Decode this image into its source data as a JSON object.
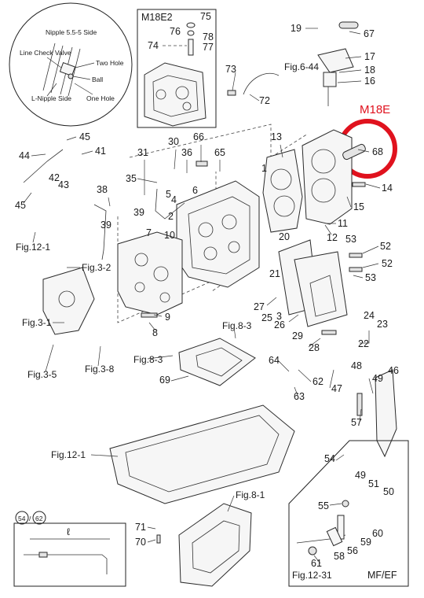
{
  "variant_label": "M18E",
  "highlight_color": "#e0121e",
  "inset_top_left": {
    "title": "Nipple 5.5-5 Side",
    "labels": [
      "Line Check Valve",
      "Two Hole",
      "Ball",
      "L-Nipple Side",
      "One Hole"
    ]
  },
  "inset_m18e2": {
    "title": "M18E2",
    "parts": [
      "75",
      "76",
      "78",
      "77",
      "74"
    ]
  },
  "bottom_left_box": {
    "title_a": "54",
    "title_sep": "/",
    "title_b": "62",
    "dim": "ℓ"
  },
  "bottom_right_box": {
    "corner_label": "MF/EF",
    "ref": "Fig.12-31"
  },
  "refs": {
    "fig_6_44": "Fig.6-44",
    "fig_12_1_a": "Fig.12-1",
    "fig_3_2": "Fig.3-2",
    "fig_3_1": "Fig.3-1",
    "fig_3_5": "Fig.3-5",
    "fig_3_8": "Fig.3-8",
    "fig_8_3_a": "Fig.8-3",
    "fig_8_3_b": "Fig.8-3",
    "fig_12_1_b": "Fig.12-1",
    "fig_8_1": "Fig.8-1"
  },
  "callouts": {
    "n1": "1",
    "n2": "2",
    "n3": "3",
    "n4": "4",
    "n5": "5",
    "n6": "6",
    "n7": "7",
    "n8": "8",
    "n9": "9",
    "n10": "10",
    "n11": "11",
    "n12": "12",
    "n13": "13",
    "n14": "14",
    "n15": "15",
    "n16": "16",
    "n17": "17",
    "n18": "18",
    "n19": "19",
    "n20": "20",
    "n21": "21",
    "n22": "22",
    "n23": "23",
    "n24": "24",
    "n25": "25",
    "n26": "26",
    "n27": "27",
    "n28": "28",
    "n29": "29",
    "n30": "30",
    "n31": "31",
    "n35": "35",
    "n36": "36",
    "n38": "38",
    "n39a": "39",
    "n39b": "39",
    "n41": "41",
    "n42": "42",
    "n43": "43",
    "n44": "44",
    "n45a": "45",
    "n45b": "45",
    "n46": "46",
    "n47": "47",
    "n48": "48",
    "n49a": "49",
    "n49b": "49",
    "n50": "50",
    "n51": "51",
    "n52a": "52",
    "n52b": "52",
    "n53a": "53",
    "n53b": "53",
    "n54": "54",
    "n55": "55",
    "n56": "56",
    "n57": "57",
    "n58": "58",
    "n59": "59",
    "n60": "60",
    "n61": "61",
    "n62": "62",
    "n63": "63",
    "n64": "64",
    "n65": "65",
    "n66": "66",
    "n67": "67",
    "n68": "68",
    "n69": "69",
    "n70": "70",
    "n71": "71",
    "n72": "72",
    "n73": "73"
  }
}
